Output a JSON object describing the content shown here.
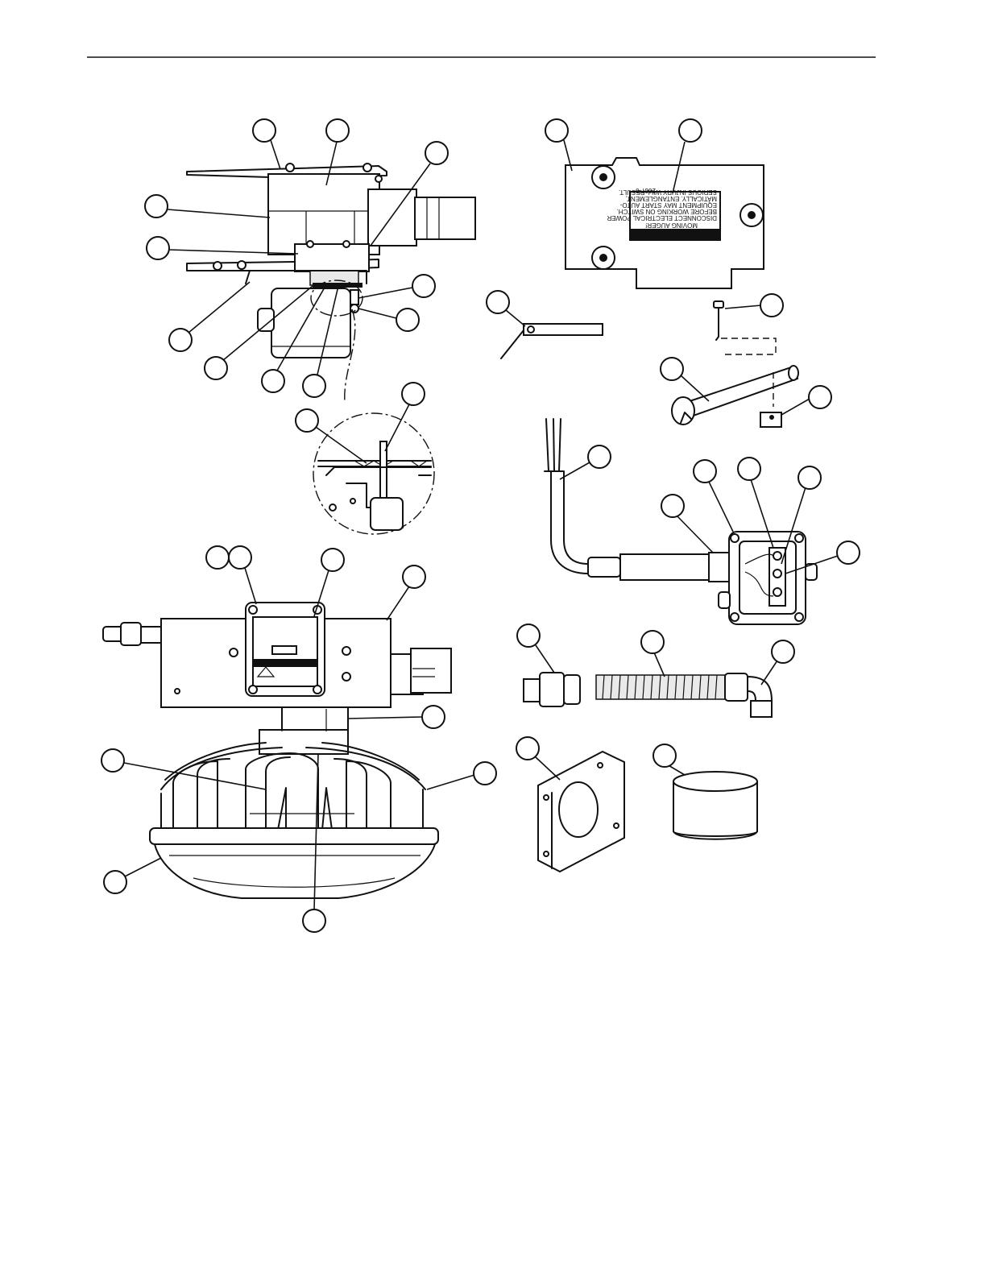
{
  "decal": {
    "header": "DANGER",
    "line1": "MOVING AUGER!",
    "line2": "DISCONNECT ELECTRICAL POWER",
    "line3": "BEFORE WORKING ON SWITCH.",
    "line4": "EQUIPMENT MAY START AUTO-",
    "line5": "MATICALLY. ENTANGLEMENT,",
    "line6": "SERIOUS INJURY WILL RESULT.",
    "code": "2667-0"
  },
  "callout_count": 36
}
